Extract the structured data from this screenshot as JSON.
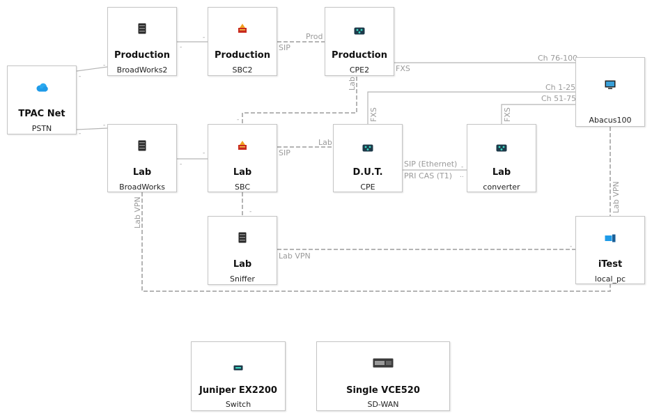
{
  "nodes": {
    "bw2": {
      "title": "Production",
      "subtitle": "BroadWorks2",
      "icon": "server-icon"
    },
    "sbc2": {
      "title": "Production",
      "subtitle": "SBC2",
      "icon": "firewall-icon"
    },
    "cpe2": {
      "title": "Production",
      "subtitle": "CPE2",
      "icon": "router-icon"
    },
    "tpac": {
      "title": "TPAC Net",
      "subtitle": "PSTN",
      "icon": "cloud-icon"
    },
    "abacus": {
      "title": "",
      "subtitle": "Abacus100",
      "icon": "monitor-icon"
    },
    "bw": {
      "title": "Lab",
      "subtitle": "BroadWorks",
      "icon": "server-icon"
    },
    "sbc": {
      "title": "Lab",
      "subtitle": "SBC",
      "icon": "firewall-icon"
    },
    "dut": {
      "title": "D.U.T.",
      "subtitle": "CPE",
      "icon": "router-icon"
    },
    "converter": {
      "title": "Lab",
      "subtitle": "converter",
      "icon": "router-icon"
    },
    "sniffer": {
      "title": "Lab",
      "subtitle": "Sniffer",
      "icon": "server-icon"
    },
    "itest": {
      "title": "iTest",
      "subtitle": "local_pc",
      "icon": "pc-icon"
    },
    "juniper": {
      "title": "Juniper EX2200",
      "subtitle": "Switch",
      "icon": "switch-icon"
    },
    "vce": {
      "title": "Single VCE520",
      "subtitle": "SD-WAN",
      "icon": "appliance-icon"
    }
  },
  "links": {
    "prod": "Prod",
    "sip_top": "SIP",
    "lab_v": "Lab",
    "fxs_top": "FXS",
    "ch_76_100": "Ch 76-100",
    "ch_1_25": "Ch 1-25",
    "ch_51_75": "Ch 51-75",
    "fxs_dut": "FXS",
    "fxs_conv": "FXS",
    "lab_mid": "Lab",
    "sip_mid": "SIP",
    "sip_eth": "SIP (Ethernet)",
    "pri_cas": "PRI CAS (T1)",
    "lab_vpn_left": "Lab VPN",
    "lab_vpn_right": "Lab VPN",
    "lab_vpn_sniffer": "Lab VPN"
  },
  "colors": {
    "line": "#b4b4b4",
    "label": "#9a9a9a",
    "node_border": "#c4c4c4"
  }
}
